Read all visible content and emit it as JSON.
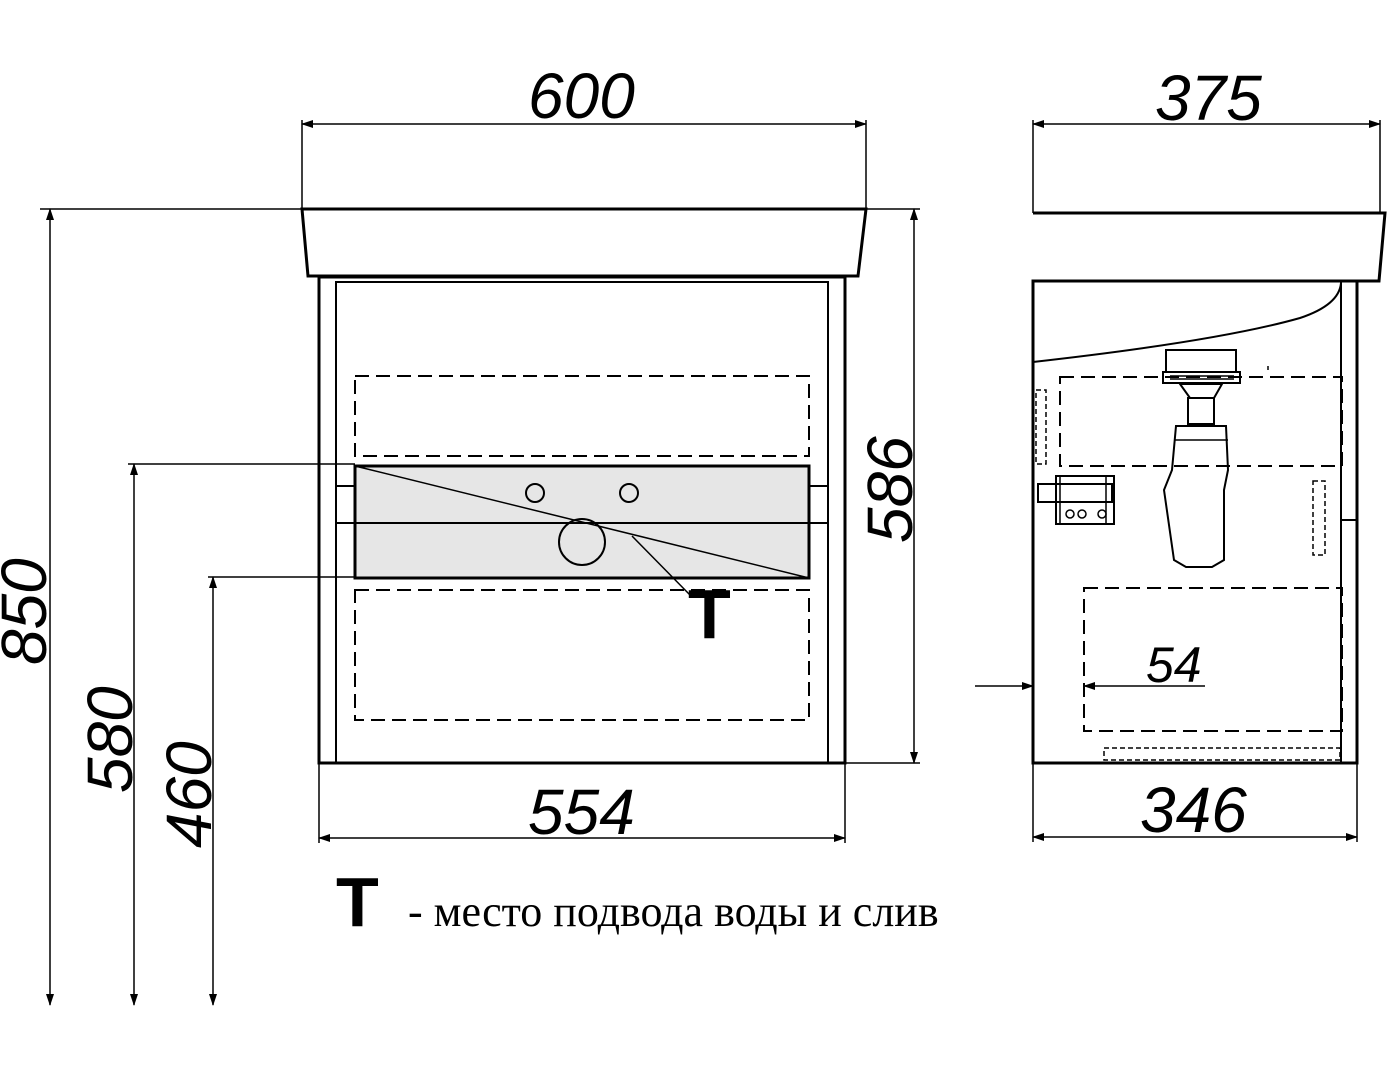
{
  "dimensions": {
    "total_width": "600",
    "total_depth": "375",
    "total_height": "850",
    "mark_height_upper": "580",
    "mark_height_lower": "460",
    "cabinet_height": "586",
    "cabinet_width": "554",
    "cabinet_depth": "346",
    "wall_offset": "54"
  },
  "marker": {
    "symbol": "T"
  },
  "legend": {
    "symbol": "T",
    "text": "- место подвода воды и слив"
  }
}
